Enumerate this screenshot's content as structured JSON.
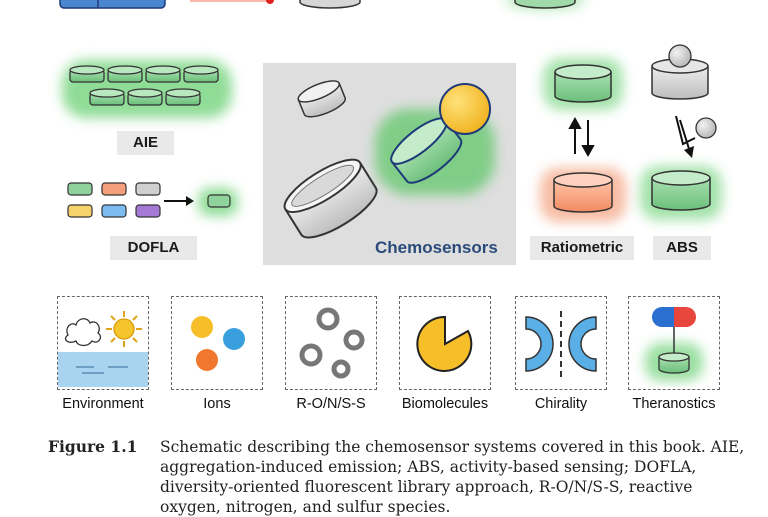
{
  "labels": {
    "aie": "AIE",
    "dofla": "DOFLA",
    "center": "Chemosensors",
    "ratiometric": "Ratiometric",
    "abs": "ABS"
  },
  "categories": [
    {
      "label": "Environment",
      "icon": "environment-icon"
    },
    {
      "label": "Ions",
      "icon": "ions-icon"
    },
    {
      "label": "R-O/N/S-S",
      "icon": "rons-icon"
    },
    {
      "label": "Biomolecules",
      "icon": "biomolecule-icon"
    },
    {
      "label": "Chirality",
      "icon": "chirality-icon"
    },
    {
      "label": "Theranostics",
      "icon": "theranostics-icon"
    }
  ],
  "caption": {
    "label": "Figure 1.1",
    "text": "Schematic describing the chemosensor systems covered in this book. AIE, aggregation-induced emission; ABS, activity-based sensing; DOFLA, diversity-oriented fluorescent library approach, R-O/N/S-S, reactive oxygen, nitrogen, and sulfur species."
  },
  "colors": {
    "green": "#7cc889",
    "green_glow": "#36c043",
    "orange": "#f59f7a",
    "gray": "#cfcfcf",
    "yellow": "#f6bf2a",
    "blue": "#39a0dd",
    "red": "#e8453c",
    "navy": "#1e3a78",
    "water": "#a8d4ef"
  }
}
